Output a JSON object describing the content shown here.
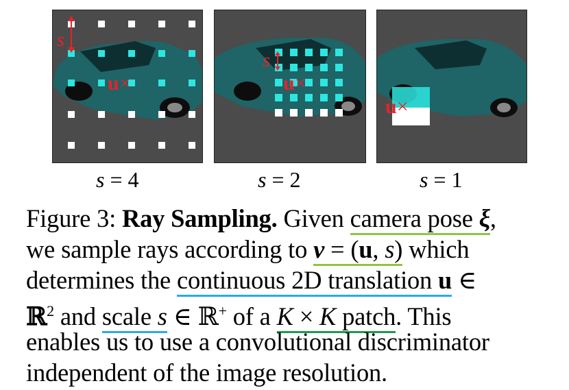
{
  "panels": [
    {
      "scale_label_var": "s",
      "scale_label_eq": " = 4",
      "u_label": "u",
      "s_label": "s"
    },
    {
      "scale_label_var": "s",
      "scale_label_eq": " = 2",
      "u_label": "u",
      "s_label": "s"
    },
    {
      "scale_label_var": "s",
      "scale_label_eq": " = 1",
      "u_label": "u"
    }
  ],
  "caption": {
    "figure_label": "Figure 3: ",
    "bold_title": "Ray Sampling.",
    "l1_text": " Given ",
    "camera_pose": "camera pose ",
    "xi": "ξ",
    "l1_end": ",",
    "l2_start": "we sample rays according to ",
    "nu_expr_nu": "ν",
    "nu_expr_rest": " = (",
    "nu_u": "u",
    "nu_comma": ", ",
    "nu_s": "s",
    "nu_close": ")",
    "l2_end": " which",
    "l3_start": "determines the ",
    "continuous": "continuous 2D translation ",
    "cont_u": "u",
    "l3_end": " ∈",
    "l4_R": "ℝ",
    "l4_sup": "2",
    "l4_and": " and ",
    "scale_word": "scale ",
    "scale_s": "s",
    "l4_mid": " ∈ ℝ",
    "l4_sup2": "+",
    "l4_ofa": " of a ",
    "patch_K1": "K",
    "patch_x": " × ",
    "patch_K2": "K",
    "patch_word": " patch",
    "l4_end": ". This",
    "l5": "enables us to use a convolutional discriminator",
    "l6": "independent of the image resolution."
  },
  "colors": {
    "panel_bg": "#4b4b4b",
    "car_body": "#1f6466",
    "sample_white": "#ffffff",
    "sample_cyan": "#2ee6e0",
    "marker_red": "#e8222a",
    "underline_green": "#8cc63f",
    "underline_blue": "#29abe2",
    "underline_dark_green": "#1a9b4a"
  }
}
